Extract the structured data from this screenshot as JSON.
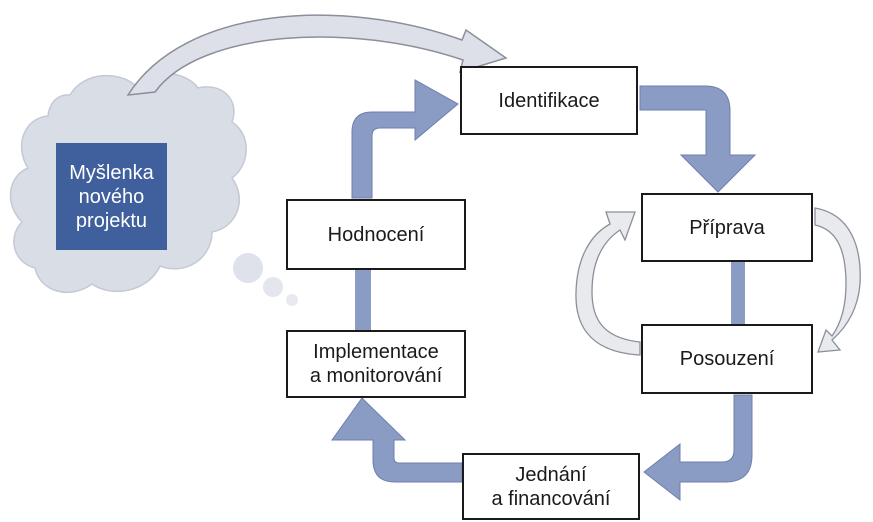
{
  "colors": {
    "flow_arrow": "#8a9bc4",
    "flow_arrow_dark": "#6d7fae",
    "idea_box": "#3f5f9d",
    "cloud": "#d9dde6",
    "loop_arrow": "#b8bcc6"
  },
  "idea": {
    "text": "Myšlenka\nnového\nprojektu"
  },
  "stages": {
    "identifikace": "Identifikace",
    "priprava": "Příprava",
    "posouzeni": "Posouzení",
    "jednani": "Jednání\na financování",
    "implementace": "Implementace\na monitorování",
    "hodnoceni": "Hodnocení"
  }
}
